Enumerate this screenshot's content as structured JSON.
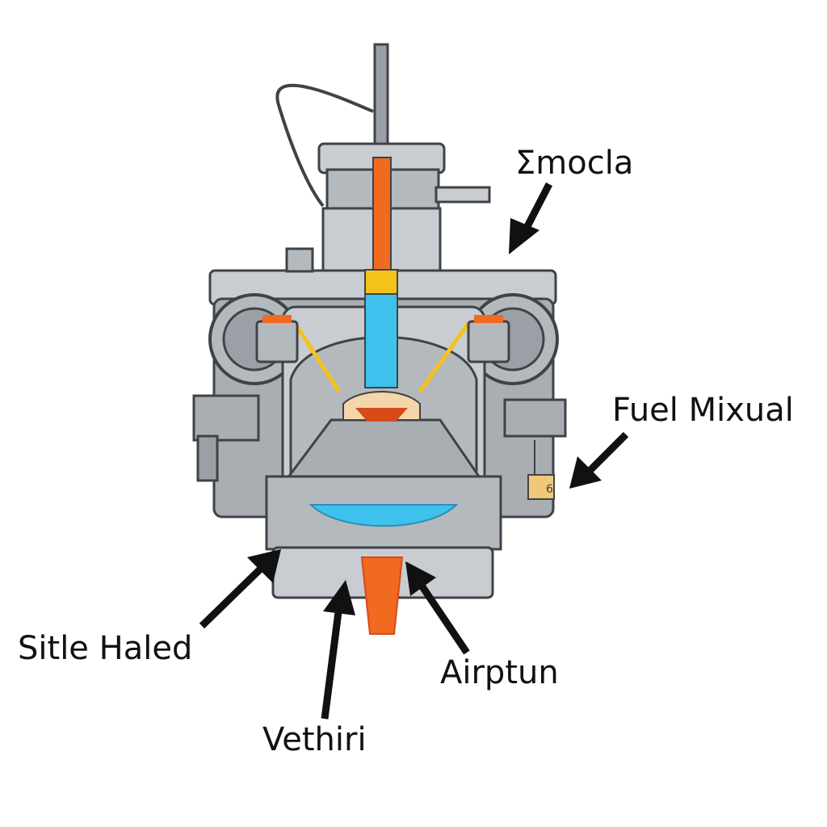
{
  "labels": {
    "top_right": "Ʃmocla",
    "right": "Fuel Mixual",
    "bottom_left": "Sitle Haled",
    "bottom_center": "Vethiri",
    "bottom_right": "Airptun"
  },
  "tag_text": "6",
  "colors": {
    "background": "#ffffff",
    "metal_light": "#c9cdd1",
    "metal_mid": "#a9aeb3",
    "metal_dark": "#7d8287",
    "outline": "#3f4347",
    "fuel_blue": "#3fc1ee",
    "flame_orange": "#f06a1f",
    "flame_red": "#d64a1a",
    "yellow": "#f4c21b",
    "arrow": "#111111"
  }
}
